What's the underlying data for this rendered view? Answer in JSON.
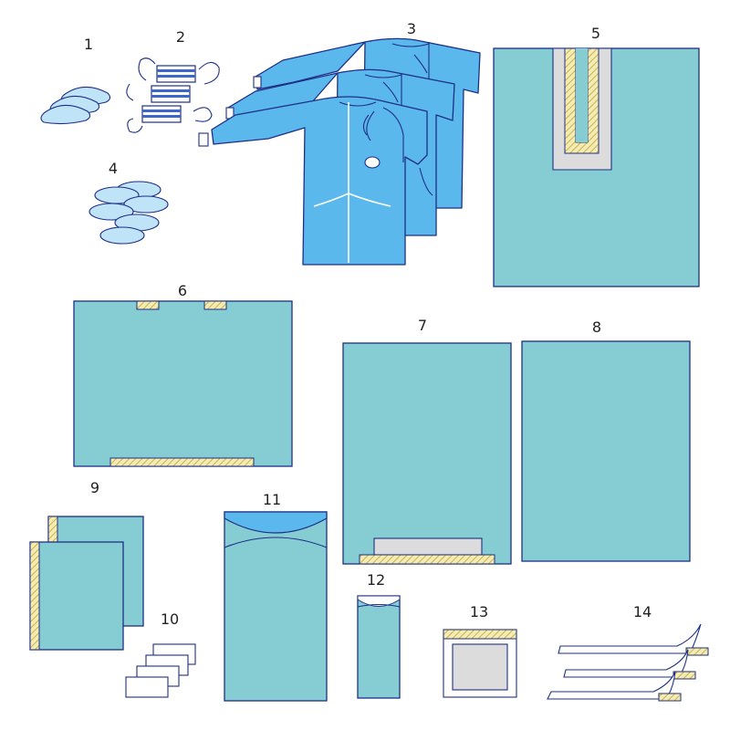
{
  "items": [
    {
      "number": "1"
    },
    {
      "number": "2"
    },
    {
      "number": "3"
    },
    {
      "number": "4"
    },
    {
      "number": "5"
    },
    {
      "number": "6"
    },
    {
      "number": "7"
    },
    {
      "number": "8"
    },
    {
      "number": "9"
    },
    {
      "number": "10"
    },
    {
      "number": "11"
    },
    {
      "number": "12"
    },
    {
      "number": "13"
    },
    {
      "number": "14"
    }
  ],
  "colors": {
    "drape": "#86CDD3",
    "gown": "#5BB8EC",
    "outline": "#1E2F87",
    "tape_hatch": "#E4D77A",
    "window_grey": "#DCDCDC"
  }
}
